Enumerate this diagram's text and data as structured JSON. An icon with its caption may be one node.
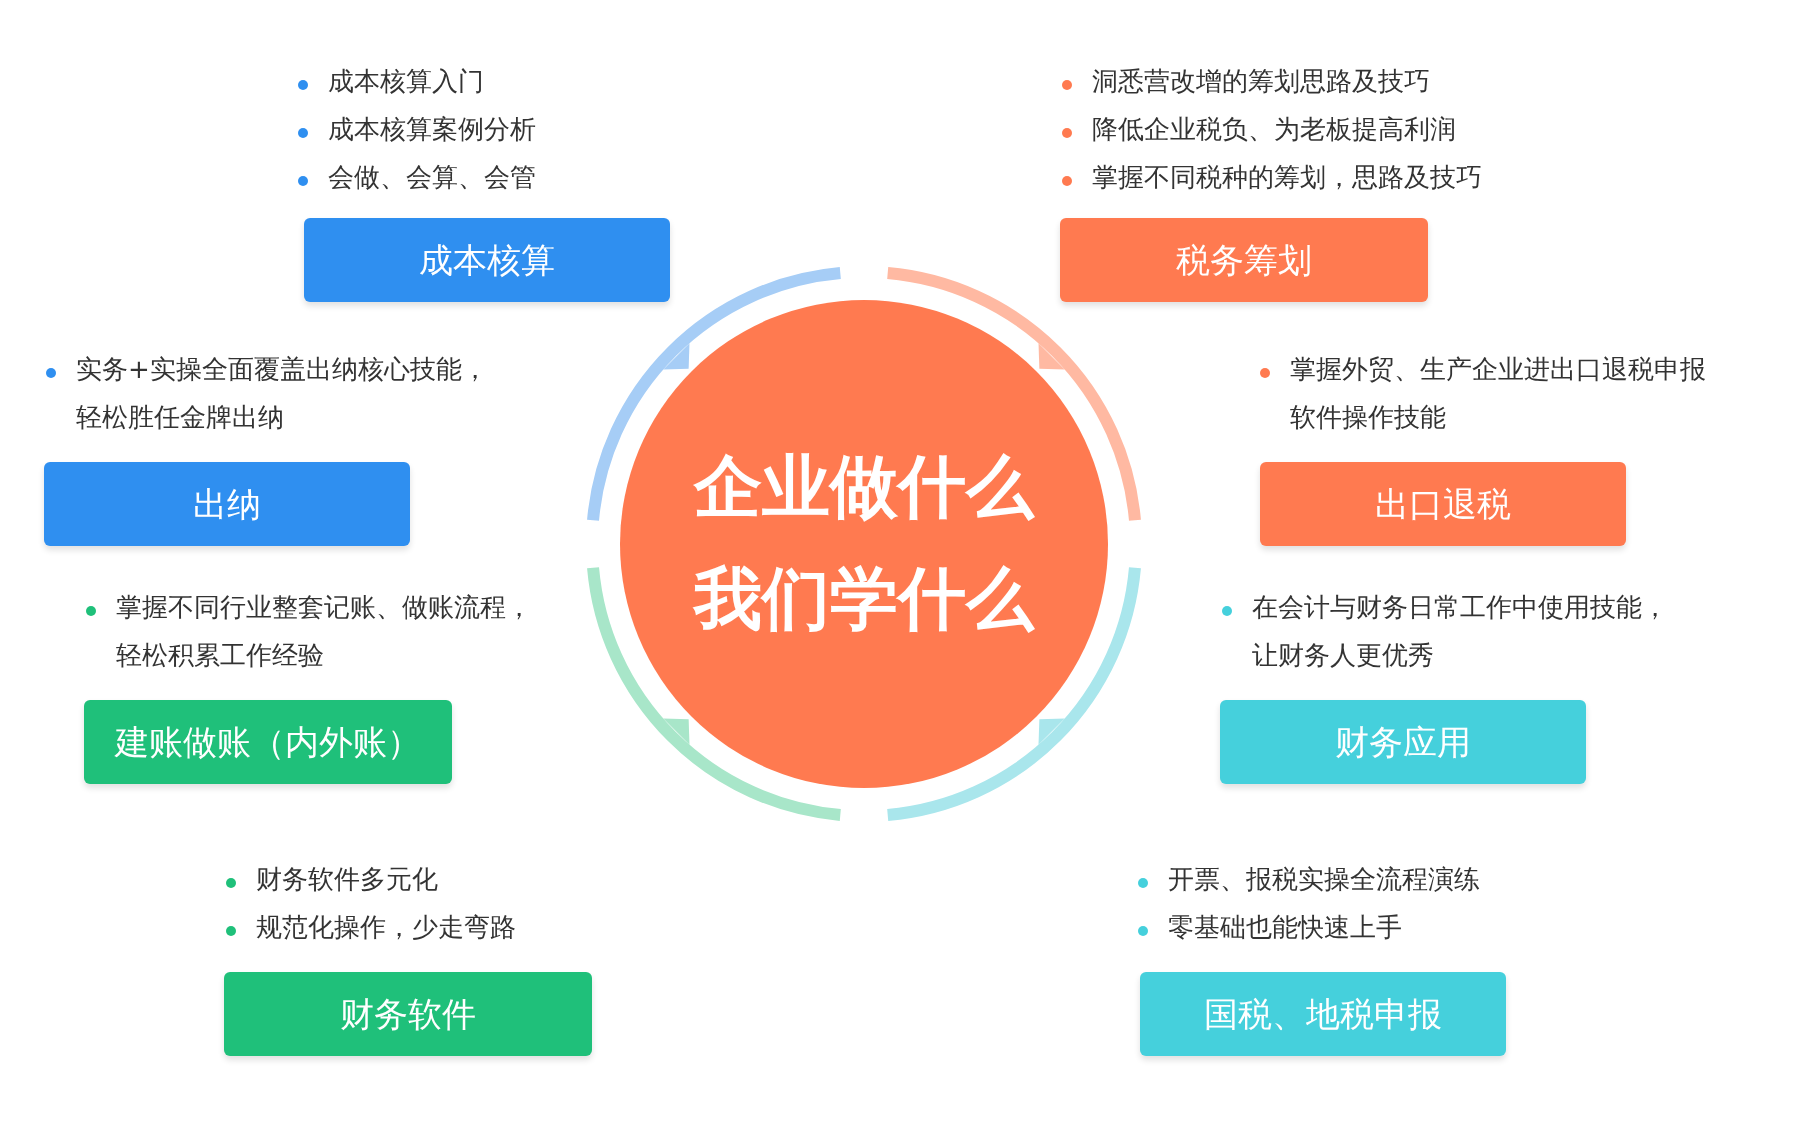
{
  "diagram": {
    "nodes": [
      {
        "text": [
          "企业做什么",
          "我们学什么"
        ]
      },
      {
        "text": [
          "成本核算"
        ],
        "beside": [
          "成本核算入门",
          "成本核算案例分析",
          "会做、会算、会管"
        ]
      },
      {
        "text": [
          "税务筹划"
        ],
        "beside": [
          "洞悉营改增的筹划思路及技巧",
          "降低企业税负、为老板提高利润",
          "掌握不同税种的筹划，思路及技巧"
        ]
      },
      {
        "text": [
          "出纳"
        ],
        "beside": [
          "实务+实操全面覆盖出纳核心技能，轻松胜任金牌出纳"
        ]
      },
      {
        "text": [
          "出口退税"
        ],
        "beside": [
          "掌握外贸、生产企业进出口退税申报软件操作技能"
        ]
      },
      {
        "text": [
          "建账做账（内外账）"
        ],
        "beside": [
          "掌握不同行业整套记账、做账流程，轻松积累工作经验"
        ]
      },
      {
        "text": [
          "财务应用"
        ],
        "beside": [
          "在会计与财务日常工作中使用技能，让财务人更优秀"
        ]
      },
      {
        "text": [
          "财务软件"
        ],
        "beside": [
          "财务软件多元化",
          "规范化操作，少走弯路"
        ]
      },
      {
        "text": [
          "国税、地税申报"
        ],
        "beside": [
          "开票、报税实操全流程演练",
          "零基础也能快速上手"
        ]
      }
    ]
  }
}
